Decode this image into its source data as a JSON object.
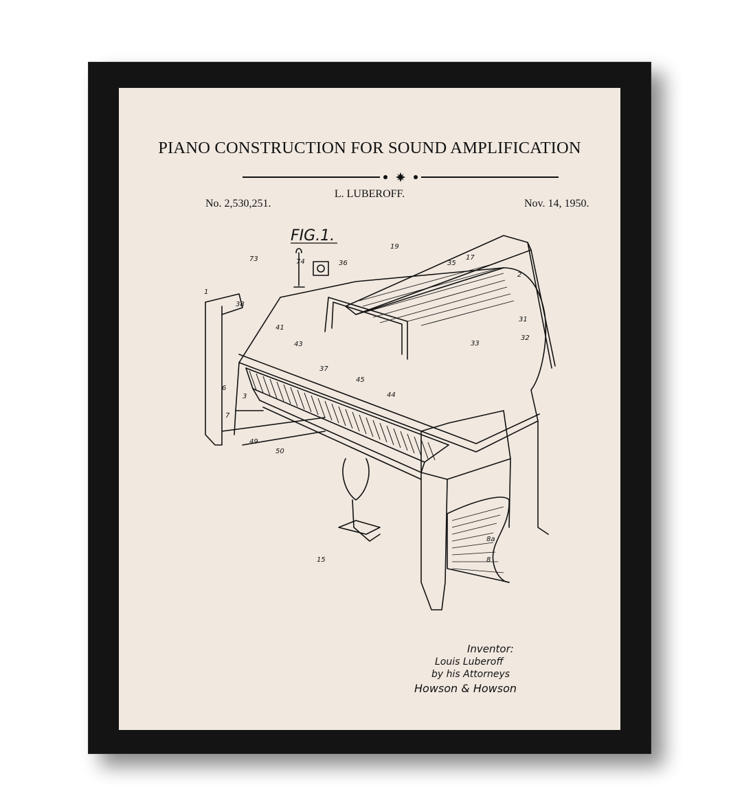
{
  "poster": {
    "title": "PIANO CONSTRUCTION FOR SOUND AMPLIFICATION",
    "inventor_header": "L. LUBEROFF.",
    "patent_number": "No. 2,530,251.",
    "patent_date": "Nov. 14, 1950.",
    "figure_label": "FIG.1.",
    "signature": {
      "line1": "Inventor:",
      "line2": "Louis Luberoff",
      "line3": "by his Attorneys",
      "line4": "Howson & Howson"
    },
    "reference_numerals": [
      "1",
      "2",
      "3",
      "6",
      "7",
      "8",
      "8a",
      "15",
      "17",
      "19",
      "31",
      "32",
      "33",
      "35",
      "36",
      "37",
      "38",
      "41",
      "43",
      "44",
      "45",
      "49",
      "50",
      "73",
      "74"
    ]
  },
  "colors": {
    "frame": "#141414",
    "mat": "#f1e9e0",
    "ink": "#111111"
  }
}
